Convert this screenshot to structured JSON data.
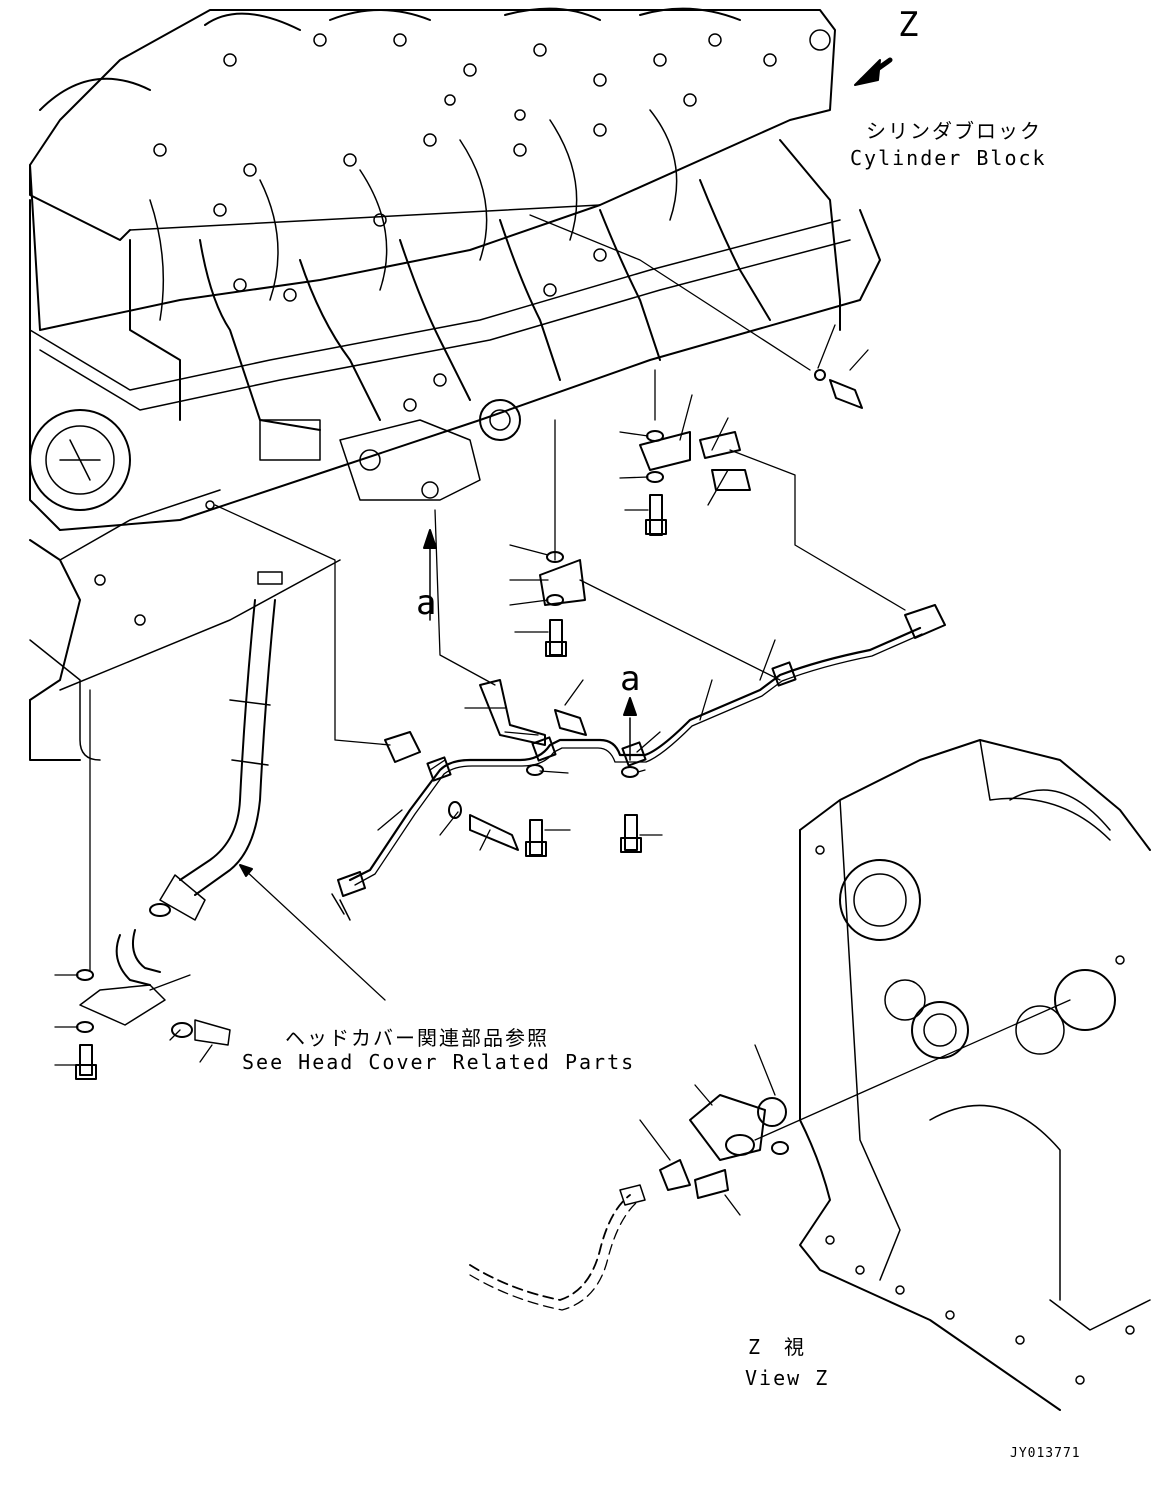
{
  "labels": {
    "view_marker": "Z",
    "cylinder_block_jp": "シリンダブロック",
    "cylinder_block_en": "Cylinder Block",
    "head_cover_jp": "ヘッドカバー関連部品参照",
    "head_cover_en": "See Head Cover Related Parts",
    "view_z_jp": "Z　視",
    "view_z_en": "View Z",
    "callout_a": "a",
    "drawing_ref": "JY013771"
  }
}
